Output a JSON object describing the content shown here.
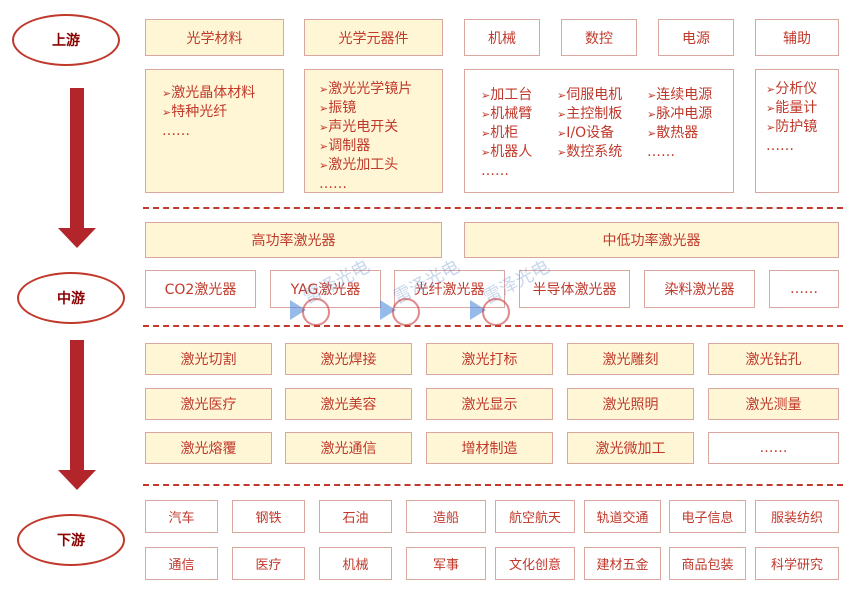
{
  "stages": {
    "upstream": "上游",
    "midstream": "中游",
    "downstream": "下游"
  },
  "upstream": {
    "headers": [
      "光学材料",
      "光学元器件",
      "机械",
      "数控",
      "电源",
      "辅助"
    ],
    "optical_materials": [
      "激光晶体材料",
      "特种光纤"
    ],
    "optical_materials_more": "……",
    "optical_components": [
      "激光光学镜片",
      "振镜",
      "声光电开关",
      "调制器",
      "激光加工头"
    ],
    "optical_components_more": "……",
    "mech_col1": [
      "加工台",
      "机械臂",
      "机柜",
      "机器人"
    ],
    "mech_col1_more": "……",
    "mech_col2": [
      "伺服电机",
      "主控制板",
      "I/O设备",
      "数控系统"
    ],
    "mech_col3": [
      "连续电源",
      "脉冲电源",
      "散热器"
    ],
    "mech_col3_more": "……",
    "auxiliary": [
      "分析仪",
      "能量计",
      "防护镜"
    ],
    "auxiliary_more": "……"
  },
  "midstream": {
    "power_classes": [
      "高功率激光器",
      "中低功率激光器"
    ],
    "types": [
      "CO2激光器",
      "YAG激光器",
      "光纤激光器",
      "半导体激光器",
      "染料激光器",
      "……"
    ]
  },
  "applications": [
    [
      "激光切割",
      "激光焊接",
      "激光打标",
      "激光雕刻",
      "激光钻孔"
    ],
    [
      "激光医疗",
      "激光美容",
      "激光显示",
      "激光照明",
      "激光测量"
    ],
    [
      "激光熔覆",
      "激光通信",
      "增材制造",
      "激光微加工",
      "……"
    ]
  ],
  "industries": [
    [
      "汽车",
      "钢铁",
      "石油",
      "造船",
      "航空航天",
      "轨道交通",
      "电子信息",
      "服装纺织"
    ],
    [
      "通信",
      "医疗",
      "机械",
      "军事",
      "文化创意",
      "建材五金",
      "商品包装",
      "科学研究"
    ]
  ],
  "watermark": "雷泽光电"
}
